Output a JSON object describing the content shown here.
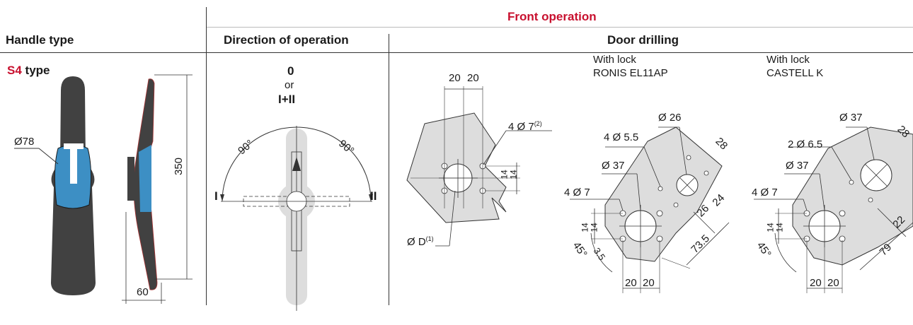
{
  "header": {
    "section_title": "Front operation",
    "col_handle": "Handle type",
    "col_direction": "Direction of operation",
    "col_drilling": "Door drilling"
  },
  "handle": {
    "type_code": "S4",
    "type_word": "type",
    "diameter_label": "Ø78",
    "height_label": "350",
    "width_label": "60",
    "handle_color": "#414141",
    "accent_color": "#3d8fc4"
  },
  "direction": {
    "pos_0": "0",
    "or": "or",
    "pos_12": "I+II",
    "angle_left": "90°",
    "angle_right": "90°",
    "mark_I": "I",
    "mark_II": "II"
  },
  "drilling_a": {
    "dim_20a": "20",
    "dim_20b": "20",
    "holes": "4 Ø 7",
    "holes_note": "(2)",
    "dim_14a": "14",
    "dim_14b": "14",
    "center": "Ø D",
    "center_note": "(1)"
  },
  "drilling_b": {
    "lock_line1": "With lock",
    "lock_line2": "RONIS EL11AP",
    "lock_hole": "Ø 26",
    "small_holes": "4 Ø 5.5",
    "center": "Ø 37",
    "holes": "4 Ø 7",
    "dim_28": "28",
    "dim_26": "26",
    "dim_24": "24",
    "dim_14a": "14",
    "dim_14b": "14",
    "angle": "45°",
    "dim_35": "3.5",
    "dim_735": "73.5",
    "dim_20a": "20",
    "dim_20b": "20"
  },
  "drilling_c": {
    "lock_line1": "With lock",
    "lock_line2": "CASTELL K",
    "lock_hole": "Ø 37",
    "small_holes": "2 Ø 6.5",
    "center": "Ø 37",
    "holes": "4 Ø 7",
    "dim_28": "28",
    "dim_22": "22",
    "dim_79": "79",
    "dim_14a": "14",
    "dim_14b": "14",
    "angle": "45°",
    "dim_20a": "20",
    "dim_20b": "20"
  }
}
